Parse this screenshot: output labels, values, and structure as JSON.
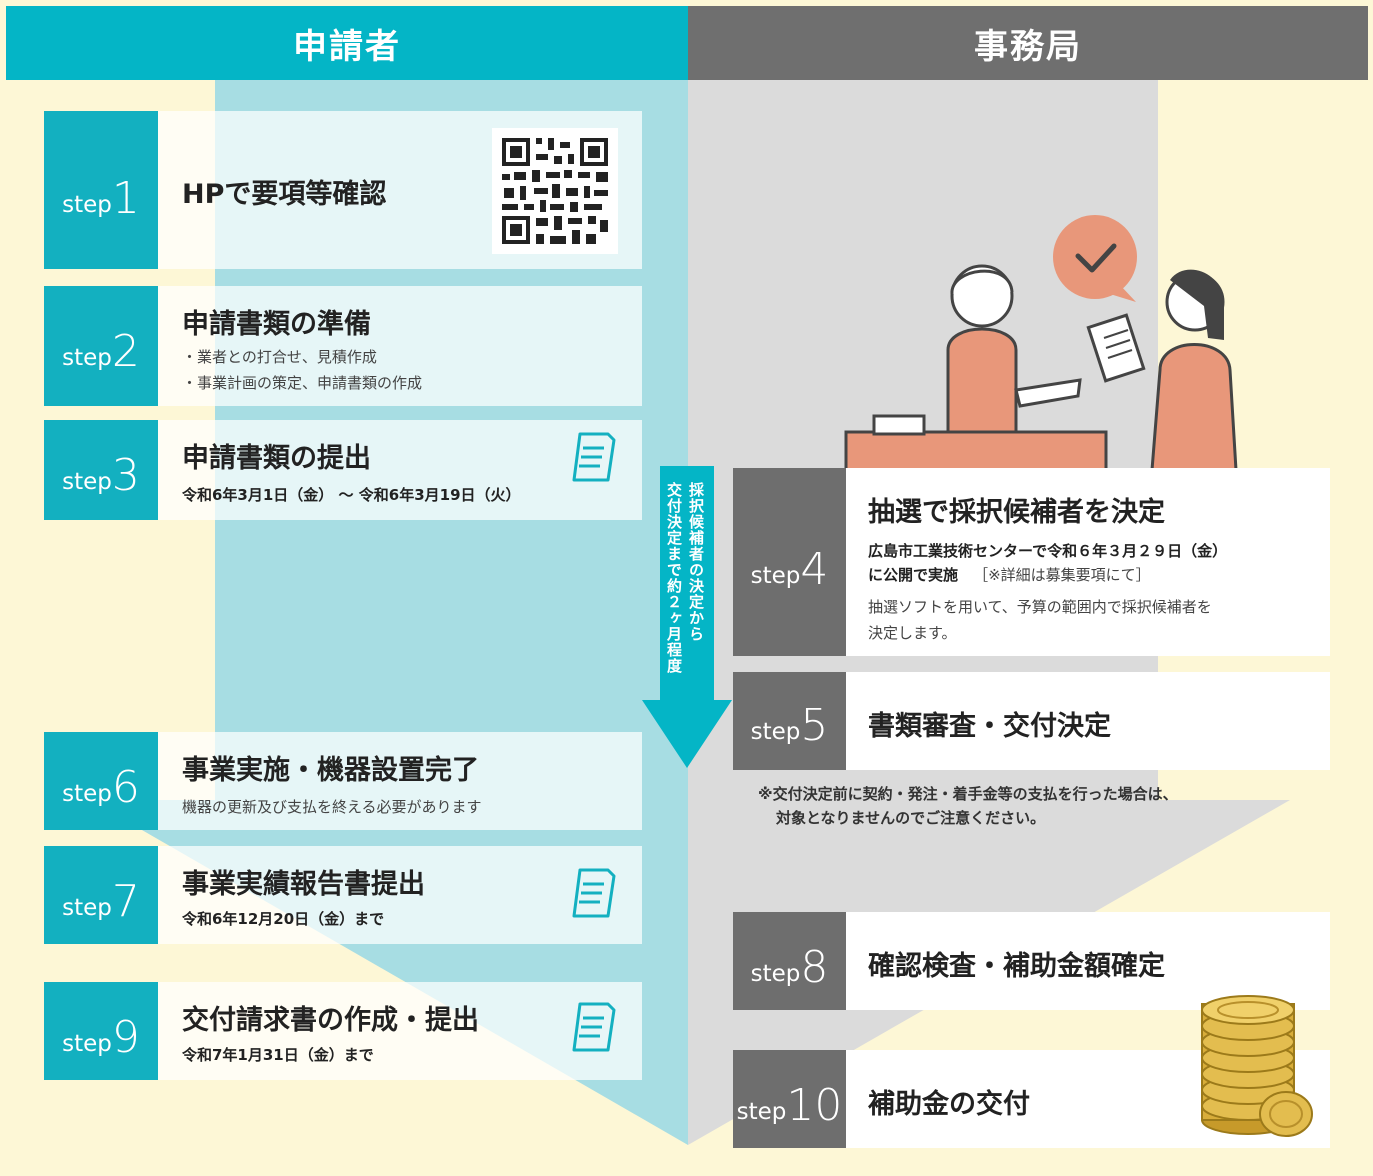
{
  "headers": {
    "applicant": "申請者",
    "office": "事務局"
  },
  "colors": {
    "teal": "#04b5c6",
    "gray": "#6f6f6f",
    "cream": "#fdf7d6"
  },
  "arrow_note": {
    "col1": "採択候補者の決定から",
    "col2": "交付決定まで約２ヶ月程度"
  },
  "steps": [
    {
      "word": "step",
      "num": "1",
      "title": "HPで要項等確認",
      "icon": "qr-code"
    },
    {
      "word": "step",
      "num": "2",
      "title": "申請書類の準備",
      "lines": [
        "・業者との打合せ、見積作成",
        "・事業計画の策定、申請書類の作成"
      ]
    },
    {
      "word": "step",
      "num": "3",
      "title": "申請書類の提出",
      "lines": [
        "令和6年3月1日（金） 〜 令和6年3月19日（火）"
      ],
      "icon": "document-icon"
    },
    {
      "word": "step",
      "num": "4",
      "title": "抽選で採択候補者を決定",
      "bold1": "広島市工業技術センターで令和６年３月２９日（金）",
      "bold2": "に公開で実施",
      "bracket": "［※詳細は募集要項にて］",
      "lines": [
        "抽選ソフトを用いて、予算の範囲内で採択候補者を",
        "決定します。"
      ]
    },
    {
      "word": "step",
      "num": "5",
      "title": "書類審査・交付決定"
    },
    {
      "word": "step",
      "num": "6",
      "title": "事業実施・機器設置完了",
      "lines": [
        "機器の更新及び支払を終える必要があります"
      ]
    },
    {
      "word": "step",
      "num": "7",
      "title": "事業実績報告書提出",
      "lines": [
        "令和6年12月20日（金）まで"
      ],
      "icon": "document-icon"
    },
    {
      "word": "step",
      "num": "8",
      "title": "確認検査・補助金額確定"
    },
    {
      "word": "step",
      "num": "9",
      "title": "交付請求書の作成・提出",
      "lines": [
        "令和7年1月31日（金）まで"
      ],
      "icon": "document-icon"
    },
    {
      "word": "step",
      "num": "10",
      "title": "補助金の交付",
      "icon": "coins"
    }
  ],
  "notice": {
    "line1": "※交付決定前に契約・発注・着手金等の支払を行った場合は、",
    "line2": "対象となりませんのでご注意ください。"
  }
}
